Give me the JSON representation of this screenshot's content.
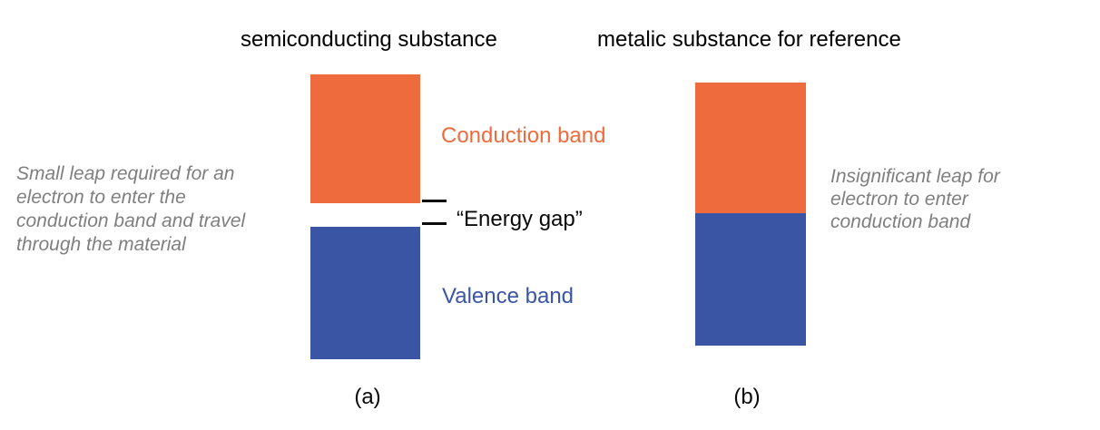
{
  "titles": {
    "a": "semiconducting substance",
    "b": "metalic substance for reference"
  },
  "labels": {
    "conduction_band": "Conduction band",
    "valence_band": "Valence band",
    "energy_gap": "“Energy gap”",
    "panel_a": "(a)",
    "panel_b": "(b)"
  },
  "annotations": {
    "left_lines": [
      "Small leap required for an",
      "electron to enter the",
      "conduction band and travel",
      "through the material"
    ],
    "right_lines": [
      "Insignificant leap for",
      "electron to enter",
      "conduction band"
    ]
  },
  "colors": {
    "conduction_band": "#ED6B3C",
    "valence_band": "#3B55A5",
    "annotation_gray": "#7F7F7F",
    "text_black": "#0A0A0A"
  }
}
